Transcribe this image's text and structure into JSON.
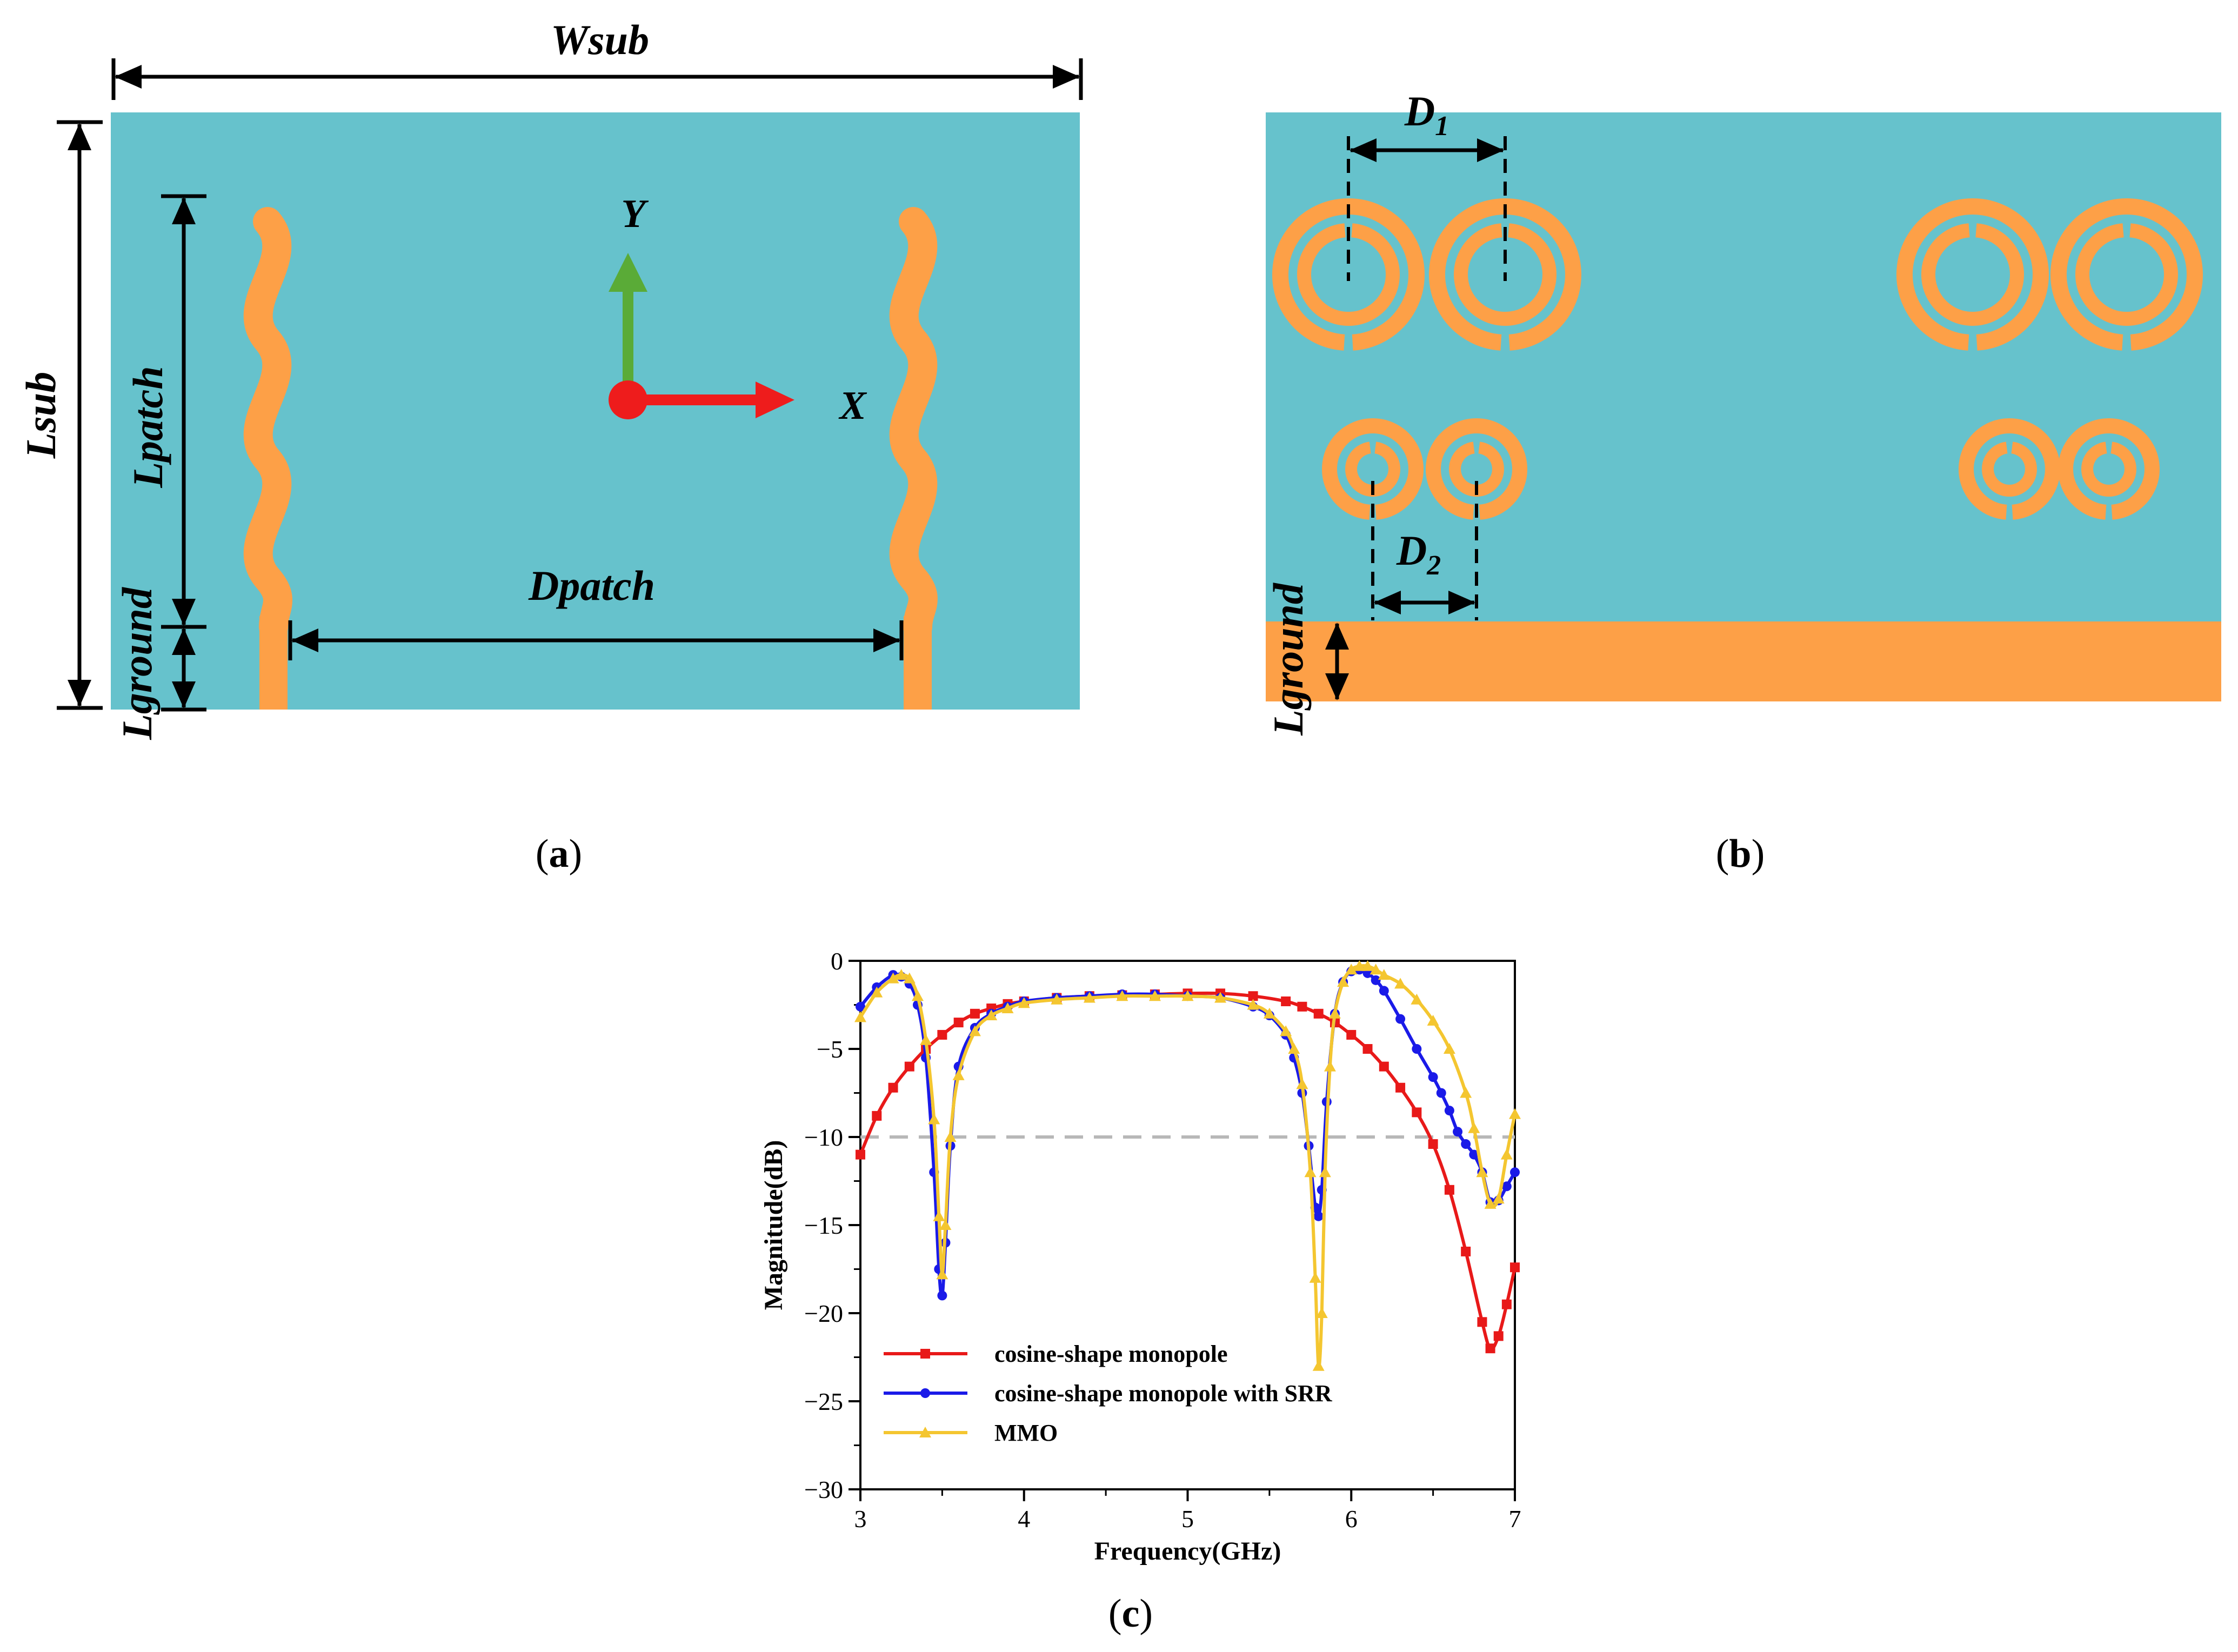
{
  "colors": {
    "substrate": "#66c2cc",
    "copper": "#fda047",
    "y_axis_arrow": "#5aab37",
    "x_axis_arrow": "#ee1c1c",
    "series_red": "#e81919",
    "series_blue": "#1a1ae8",
    "series_yellow": "#f4c630",
    "reference_line": "#b8b8b8"
  },
  "panel_a": {
    "caption": "(a)",
    "caption_letter": "a",
    "dims": {
      "wsub": "Wsub",
      "lsub": "Lsub",
      "lpatch": "Lpatch",
      "lground": "Lground",
      "dpatch": "Dpatch"
    },
    "axes": {
      "x": "X",
      "y": "Y"
    }
  },
  "panel_b": {
    "caption": "(b)",
    "caption_letter": "b",
    "dims": {
      "d1_base": "D",
      "d1_sub": "1",
      "d2_base": "D",
      "d2_sub": "2",
      "lground": "Lground"
    }
  },
  "panel_c": {
    "caption": "(c)",
    "caption_letter": "c"
  },
  "chart_data": {
    "type": "line",
    "title": "",
    "xlabel": "Frequency(GHz)",
    "ylabel": "Magnitude(dB)",
    "xlim": [
      3,
      7
    ],
    "ylim": [
      -30,
      0
    ],
    "xticks": [
      3,
      4,
      5,
      6,
      7
    ],
    "yticks": [
      0,
      -5,
      -10,
      -15,
      -20,
      -25,
      -30
    ],
    "grid": false,
    "legend_position": "bottom-left",
    "reference_line": {
      "y": -10,
      "style": "dashed"
    },
    "series": [
      {
        "name": "cosine-shape monopole",
        "marker": "square",
        "x": [
          3.0,
          3.1,
          3.2,
          3.3,
          3.4,
          3.5,
          3.6,
          3.7,
          3.8,
          3.9,
          4.0,
          4.2,
          4.4,
          4.6,
          4.8,
          5.0,
          5.2,
          5.4,
          5.6,
          5.7,
          5.8,
          5.9,
          6.0,
          6.1,
          6.2,
          6.3,
          6.4,
          6.5,
          6.6,
          6.7,
          6.8,
          6.85,
          6.9,
          6.95,
          7.0
        ],
        "y": [
          -11.0,
          -8.8,
          -7.2,
          -6.0,
          -5.0,
          -4.2,
          -3.5,
          -3.0,
          -2.7,
          -2.45,
          -2.3,
          -2.1,
          -2.0,
          -1.95,
          -1.9,
          -1.85,
          -1.85,
          -2.0,
          -2.3,
          -2.6,
          -3.0,
          -3.5,
          -4.2,
          -5.0,
          -6.0,
          -7.2,
          -8.6,
          -10.4,
          -13.0,
          -16.5,
          -20.5,
          -22.0,
          -21.3,
          -19.5,
          -17.4
        ]
      },
      {
        "name": "cosine-shape monopole with SRR",
        "marker": "circle",
        "x": [
          3.0,
          3.1,
          3.2,
          3.25,
          3.3,
          3.35,
          3.4,
          3.45,
          3.48,
          3.5,
          3.52,
          3.55,
          3.6,
          3.7,
          3.8,
          3.9,
          4.0,
          4.2,
          4.4,
          4.6,
          4.8,
          5.0,
          5.2,
          5.4,
          5.5,
          5.6,
          5.65,
          5.7,
          5.74,
          5.78,
          5.8,
          5.82,
          5.85,
          5.9,
          5.95,
          6.0,
          6.05,
          6.1,
          6.15,
          6.2,
          6.3,
          6.4,
          6.5,
          6.55,
          6.6,
          6.65,
          6.7,
          6.75,
          6.8,
          6.85,
          6.9,
          6.95,
          7.0
        ],
        "y": [
          -2.6,
          -1.5,
          -0.8,
          -0.9,
          -1.3,
          -2.5,
          -5.5,
          -12.0,
          -17.5,
          -19.0,
          -16.0,
          -10.5,
          -6.0,
          -3.8,
          -3.0,
          -2.6,
          -2.3,
          -2.1,
          -2.0,
          -1.9,
          -1.9,
          -2.0,
          -2.1,
          -2.6,
          -3.1,
          -4.2,
          -5.5,
          -7.5,
          -10.5,
          -14.0,
          -14.5,
          -13.0,
          -8.0,
          -3.0,
          -1.2,
          -0.6,
          -0.5,
          -0.7,
          -1.1,
          -1.7,
          -3.3,
          -5.0,
          -6.6,
          -7.5,
          -8.5,
          -9.7,
          -10.4,
          -11.0,
          -12.0,
          -13.7,
          -13.6,
          -12.8,
          -12.0
        ]
      },
      {
        "name": "MMO",
        "marker": "triangle",
        "x": [
          3.0,
          3.1,
          3.2,
          3.25,
          3.3,
          3.35,
          3.4,
          3.45,
          3.48,
          3.5,
          3.52,
          3.55,
          3.6,
          3.7,
          3.8,
          3.9,
          4.0,
          4.2,
          4.4,
          4.6,
          4.8,
          5.0,
          5.2,
          5.4,
          5.5,
          5.6,
          5.65,
          5.7,
          5.75,
          5.78,
          5.8,
          5.82,
          5.84,
          5.87,
          5.9,
          5.95,
          6.0,
          6.05,
          6.1,
          6.15,
          6.2,
          6.3,
          6.4,
          6.5,
          6.6,
          6.7,
          6.75,
          6.8,
          6.85,
          6.9,
          6.95,
          7.0
        ],
        "y": [
          -3.2,
          -1.8,
          -1.0,
          -0.8,
          -1.0,
          -2.0,
          -4.5,
          -9.0,
          -14.5,
          -17.8,
          -15.0,
          -10.0,
          -6.5,
          -4.0,
          -3.1,
          -2.7,
          -2.4,
          -2.2,
          -2.1,
          -2.0,
          -2.0,
          -2.0,
          -2.1,
          -2.5,
          -3.0,
          -4.0,
          -5.0,
          -7.0,
          -12.0,
          -18.0,
          -23.0,
          -20.0,
          -12.0,
          -6.0,
          -3.0,
          -1.2,
          -0.5,
          -0.3,
          -0.3,
          -0.5,
          -0.8,
          -1.3,
          -2.2,
          -3.4,
          -5.0,
          -7.5,
          -9.5,
          -12.0,
          -13.8,
          -13.5,
          -11.0,
          -8.7
        ]
      }
    ]
  }
}
